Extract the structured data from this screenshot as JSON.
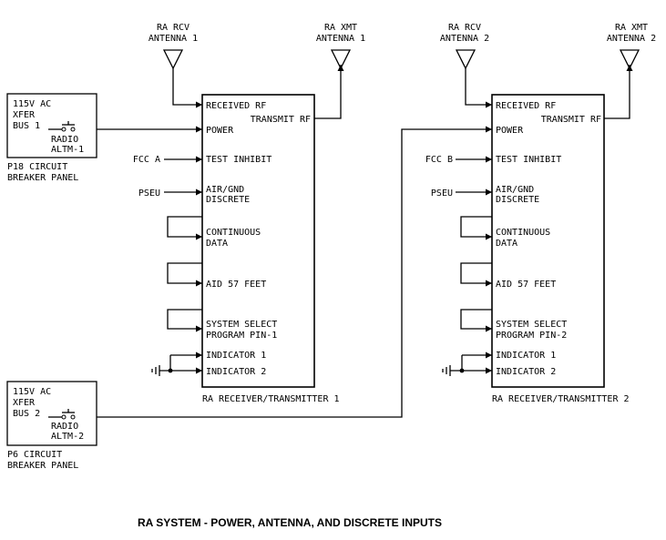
{
  "antennas": {
    "rcv1": [
      "RA RCV",
      "ANTENNA 1"
    ],
    "xmt1": [
      "RA XMT",
      "ANTENNA 1"
    ],
    "rcv2": [
      "RA RCV",
      "ANTENNA 2"
    ],
    "xmt2": [
      "RA XMT",
      "ANTENNA 2"
    ]
  },
  "breaker_panels": {
    "p18": {
      "bus_lines": [
        "115V AC",
        "XFER",
        "BUS 1"
      ],
      "breaker_lines": [
        "RADIO",
        "ALTM-1"
      ],
      "panel_lines": [
        "P18 CIRCUIT",
        "BREAKER PANEL"
      ]
    },
    "p6": {
      "bus_lines": [
        "115V AC",
        "XFER",
        "BUS 2"
      ],
      "breaker_lines": [
        "RADIO",
        "ALTM-2"
      ],
      "panel_lines": [
        "P6 CIRCUIT",
        "BREAKER PANEL"
      ]
    }
  },
  "unit1": {
    "name": "RA RECEIVER/TRANSMITTER 1",
    "pins": {
      "received_rf": "RECEIVED RF",
      "transmit_rf": "TRANSMIT RF",
      "power": "POWER",
      "test_inhibit": "TEST INHIBIT",
      "air_gnd": [
        "AIR/GND",
        "DISCRETE"
      ],
      "continuous_data": [
        "CONTINUOUS",
        "DATA"
      ],
      "aid": "AID 57 FEET",
      "system_select": [
        "SYSTEM SELECT",
        "PROGRAM PIN-1"
      ],
      "indicator1": "INDICATOR 1",
      "indicator2": "INDICATOR 2"
    },
    "sources": {
      "fcc": "FCC A",
      "pseu": "PSEU"
    }
  },
  "unit2": {
    "name": "RA RECEIVER/TRANSMITTER 2",
    "pins": {
      "received_rf": "RECEIVED RF",
      "transmit_rf": "TRANSMIT RF",
      "power": "POWER",
      "test_inhibit": "TEST INHIBIT",
      "air_gnd": [
        "AIR/GND",
        "DISCRETE"
      ],
      "continuous_data": [
        "CONTINUOUS",
        "DATA"
      ],
      "aid": "AID 57 FEET",
      "system_select": [
        "SYSTEM SELECT",
        "PROGRAM PIN-2"
      ],
      "indicator1": "INDICATOR 1",
      "indicator2": "INDICATOR 2"
    },
    "sources": {
      "fcc": "FCC B",
      "pseu": "PSEU"
    }
  },
  "caption": "RA SYSTEM - POWER, ANTENNA, AND DISCRETE INPUTS"
}
